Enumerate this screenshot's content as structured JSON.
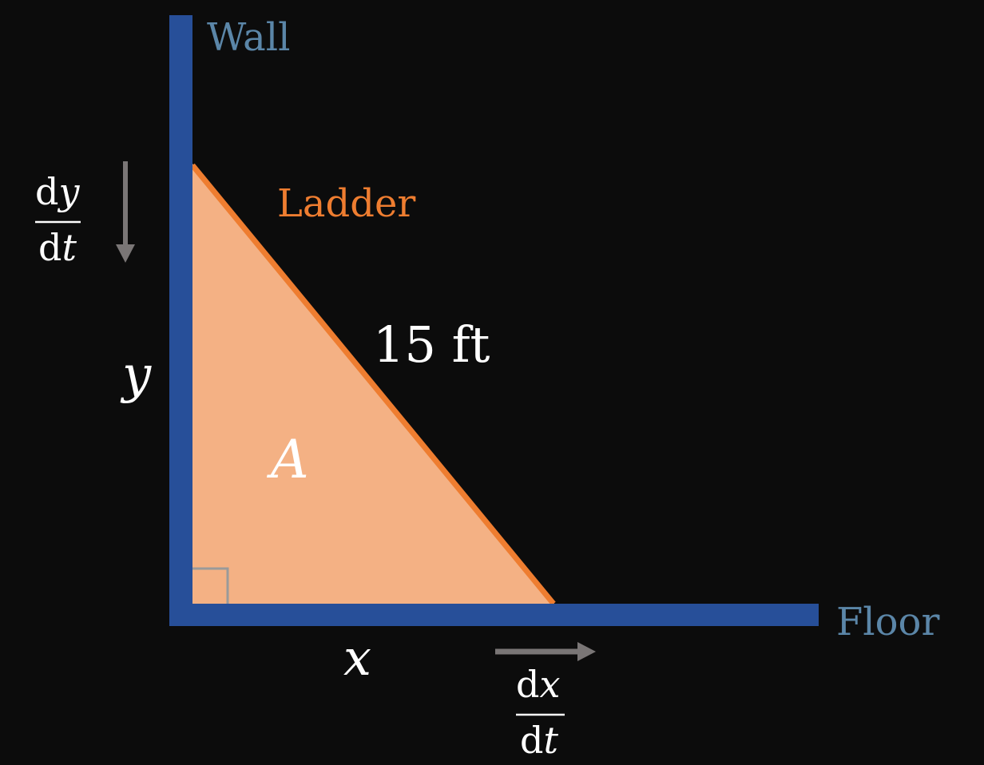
{
  "labels": {
    "wall": "Wall",
    "floor": "Floor",
    "ladder": "Ladder",
    "length": "15 ft",
    "area": "A",
    "y": "y",
    "x": "x",
    "dy_num_d": "d",
    "dy_num_var": "y",
    "dy_den_d": "d",
    "dy_den_var": "t",
    "dx_num_d": "d",
    "dx_num_var": "x",
    "dx_den_d": "d",
    "dx_den_var": "t"
  },
  "colors": {
    "background": "#0c0c0c",
    "structure": "#274f99",
    "structure_label": "#5b86a8",
    "ladder": "#ee7d30",
    "triangle_fill": "#f4b184",
    "arrow": "#7a7676",
    "right_angle": "#9a9a9a",
    "text": "#ffffff"
  }
}
